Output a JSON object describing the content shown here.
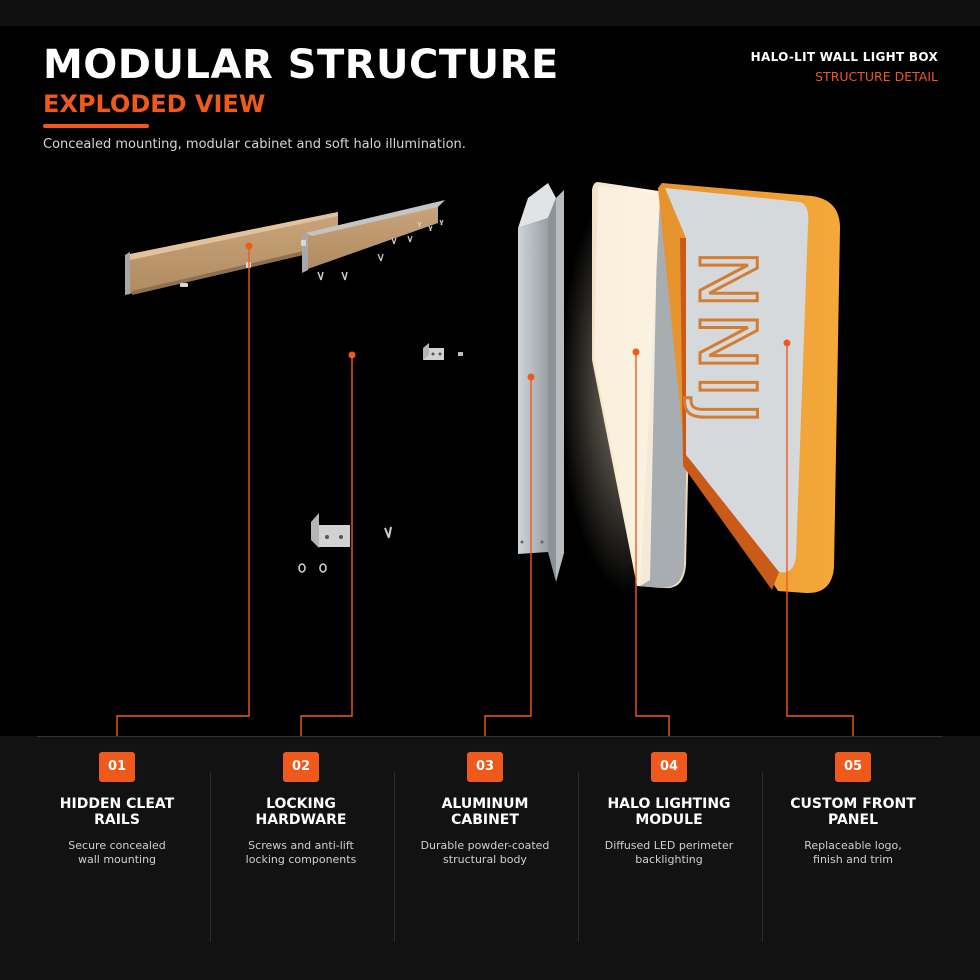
{
  "header": {
    "title": "MODULAR STRUCTURE",
    "subtitle": "EXPLODED VIEW",
    "tagline": "Concealed mounting, modular cabinet and soft halo illumination.",
    "brand_name": "HALO-LIT WALL LIGHT BOX",
    "brand_sub": "STRUCTURE DETAIL"
  },
  "artwork": {
    "panel_lettering": "NNIJ"
  },
  "features": [
    {
      "number": "01",
      "title_line1": "HIDDEN CLEAT",
      "title_line2": "RAILS",
      "desc_line1": "Secure concealed",
      "desc_line2": "wall mounting"
    },
    {
      "number": "02",
      "title_line1": "LOCKING",
      "title_line2": "HARDWARE",
      "desc_line1": "Screws and anti-lift",
      "desc_line2": "locking components"
    },
    {
      "number": "03",
      "title_line1": "ALUMINUM",
      "title_line2": "CABINET",
      "desc_line1": "Durable powder-coated",
      "desc_line2": "structural body"
    },
    {
      "number": "04",
      "title_line1": "HALO LIGHTING",
      "title_line2": "MODULE",
      "desc_line1": "Diffused LED perimeter",
      "desc_line2": "backlighting"
    },
    {
      "number": "05",
      "title_line1": "CUSTOM FRONT",
      "title_line2": "PANEL",
      "desc_line1": "Replaceable logo,",
      "desc_line2": "finish and trim"
    }
  ],
  "colors": {
    "accent": "#ef5a1c",
    "background": "#000000",
    "panel_background": "#121212"
  }
}
